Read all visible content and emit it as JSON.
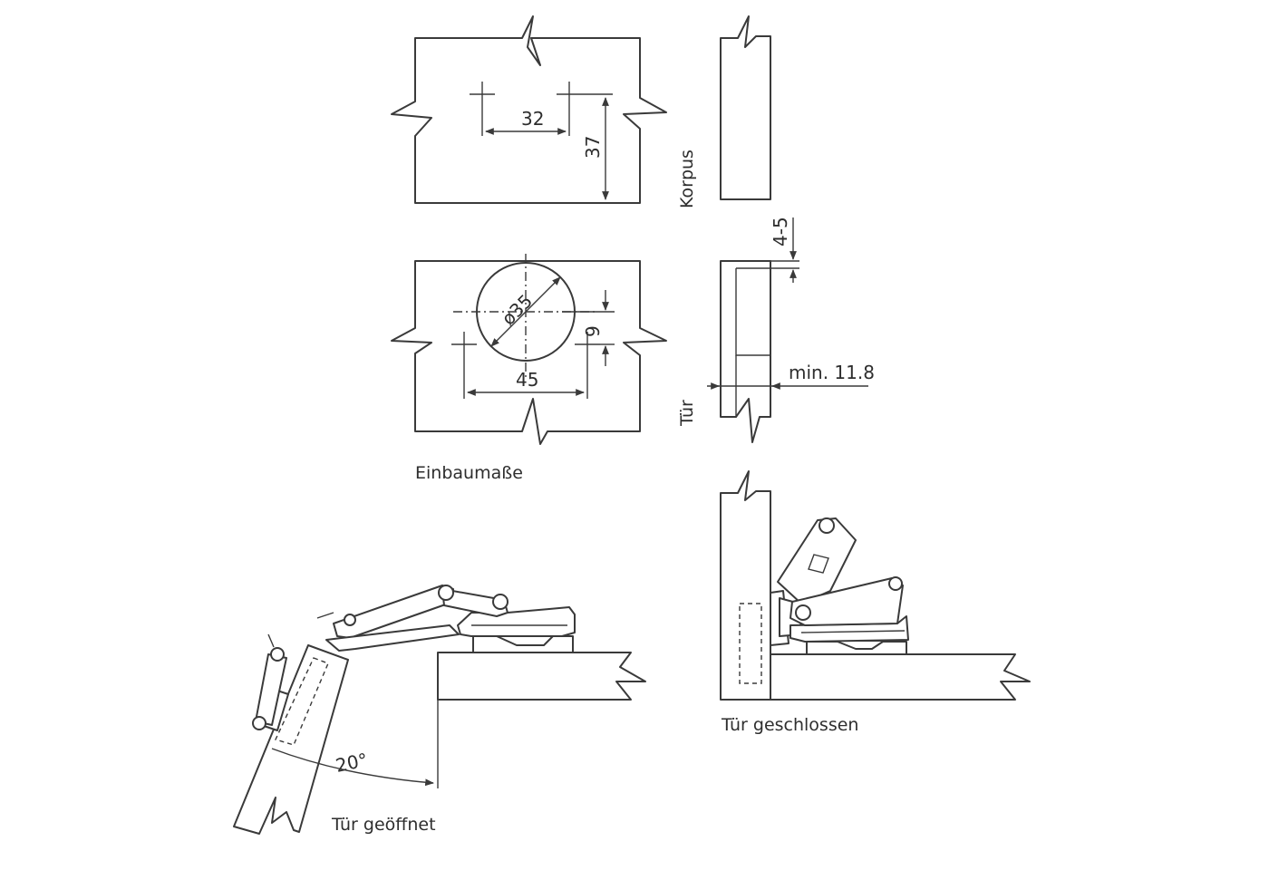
{
  "labels": {
    "korpus": "Korpus",
    "tuer": "Tür",
    "einbaumasse": "Einbaumaße",
    "tuer_geoeffnet": "Tür geöffnet",
    "tuer_geschlossen": "Tür geschlossen"
  },
  "dimensions": {
    "hole_spacing": "32",
    "edge_distance": "37",
    "cup_diameter": "ø35",
    "cup_offset": "9",
    "screw_spacing": "45",
    "overlap": "4-5",
    "min_thickness": "min. 11.8",
    "opening_angle": "20°"
  }
}
